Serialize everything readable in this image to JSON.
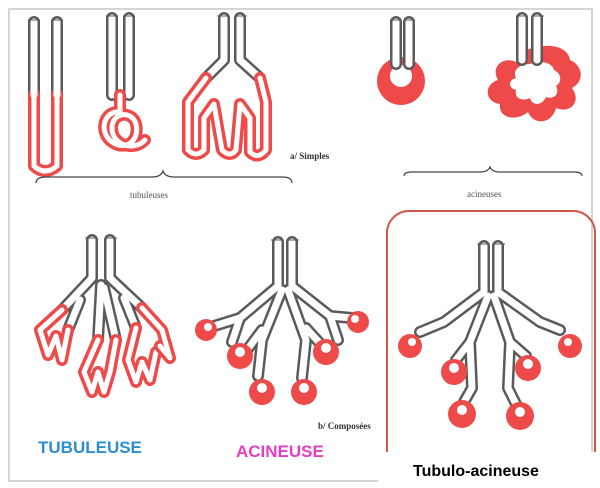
{
  "labels": {
    "simples": "a/ Simples",
    "tubuleuses": "tubuleuses",
    "acineuses": "acineuses",
    "composees": "b/ Composées",
    "tubuleuse": "TUBULEUSE",
    "acineuse": "ACINEUSE",
    "tubulo_acineuse": "Tubulo-acineuse"
  },
  "colors": {
    "secretory": "#ee4a4a",
    "secretory_dark": "#d93636",
    "duct": "#5a5a5a",
    "frame": "#c9c9c9",
    "highlight_box": "#d0574a",
    "tubuleuse_label": "#2b8fcf",
    "acineuse_label": "#e23fc1",
    "tubulo_label": "#000000"
  }
}
